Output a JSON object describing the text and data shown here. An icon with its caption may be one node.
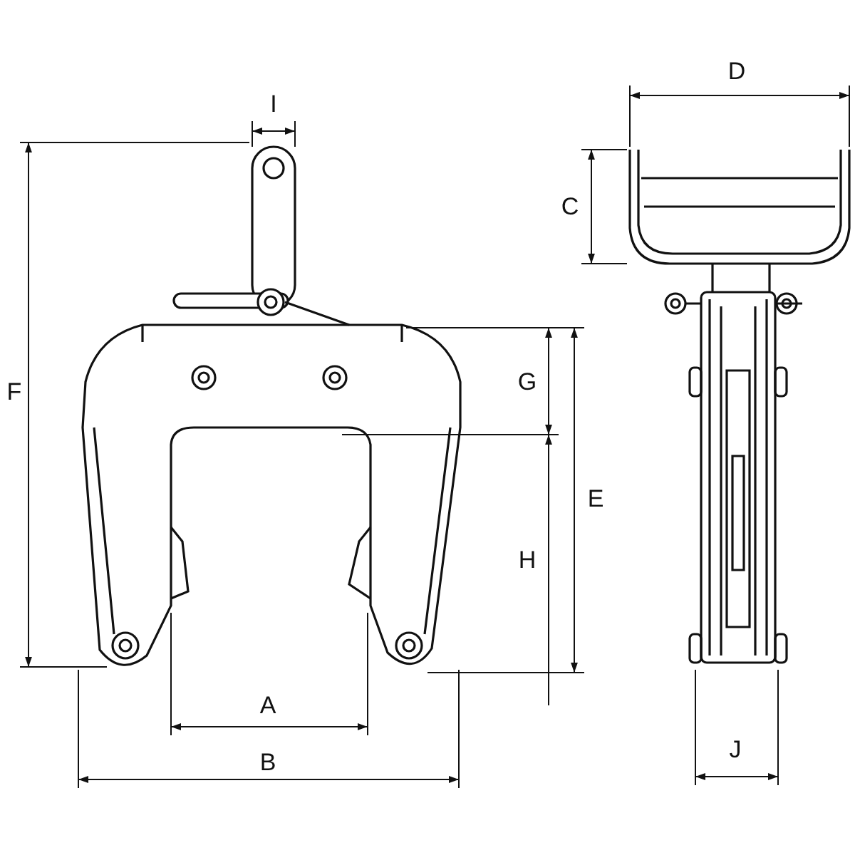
{
  "diagram": {
    "labels": [
      "D",
      "I",
      "C",
      "G",
      "F",
      "E",
      "H",
      "A",
      "J",
      "B"
    ]
  }
}
